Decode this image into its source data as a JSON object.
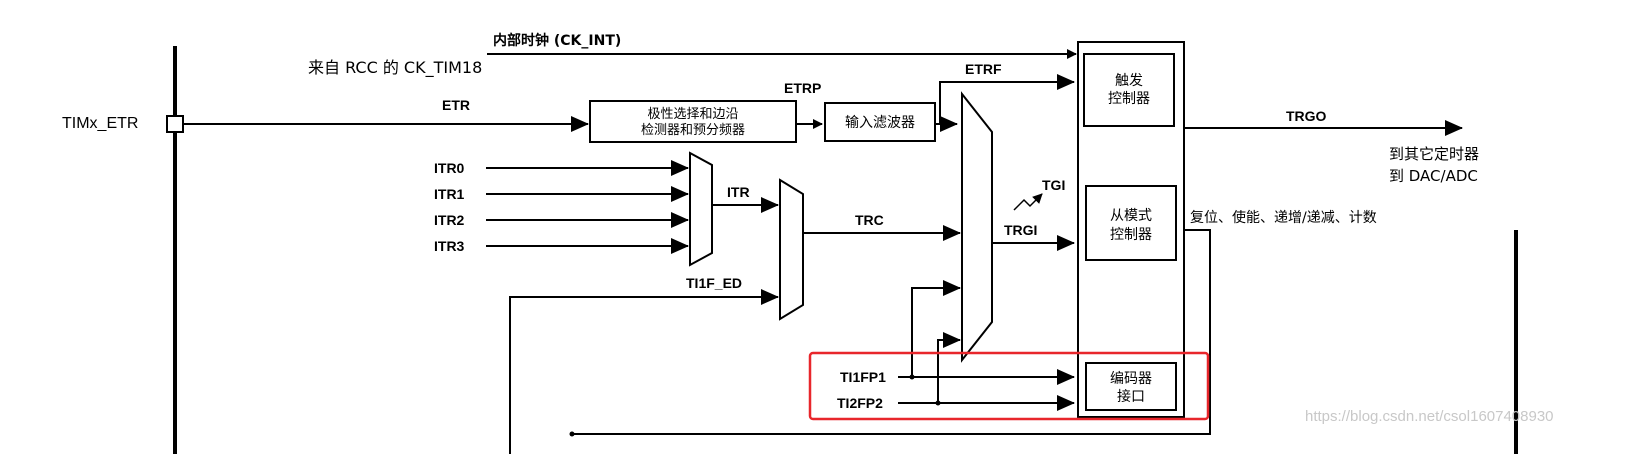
{
  "labels": {
    "internal_clock": "内部时钟 (CK_INT)",
    "rcc_source": "来自 RCC 的 CK_TIM18",
    "etr_pin": "TIMx_ETR",
    "etr": "ETR",
    "etrp": "ETRP",
    "etrf": "ETRF",
    "polarity_block": [
      "极性选择和边沿",
      "检测器和预分频器"
    ],
    "input_filter": "输入滤波器",
    "itr0": "ITR0",
    "itr1": "ITR1",
    "itr2": "ITR2",
    "itr3": "ITR3",
    "itr": "ITR",
    "trc": "TRC",
    "ti1f_ed": "TI1F_ED",
    "tgi": "TGI",
    "trgi": "TRGI",
    "trigger_controller": [
      "触发",
      "控制器"
    ],
    "slave_controller": [
      "从模式",
      "控制器"
    ],
    "encoder_interface": [
      "编码器",
      "接口"
    ],
    "trgo": "TRGO",
    "trgo_dest": [
      "到其它定时器",
      "到 DAC/ADC"
    ],
    "slave_actions": "复位、使能、递增/递减、计数",
    "ti1fp1": "TI1FP1",
    "ti2fp2": "TI2FP2",
    "watermark": "https://blog.csdn.net/csol1607408930"
  },
  "colors": {
    "line": "#000000",
    "highlight": "#e8262b",
    "background": "#ffffff",
    "watermark": "#c8c8c8"
  }
}
